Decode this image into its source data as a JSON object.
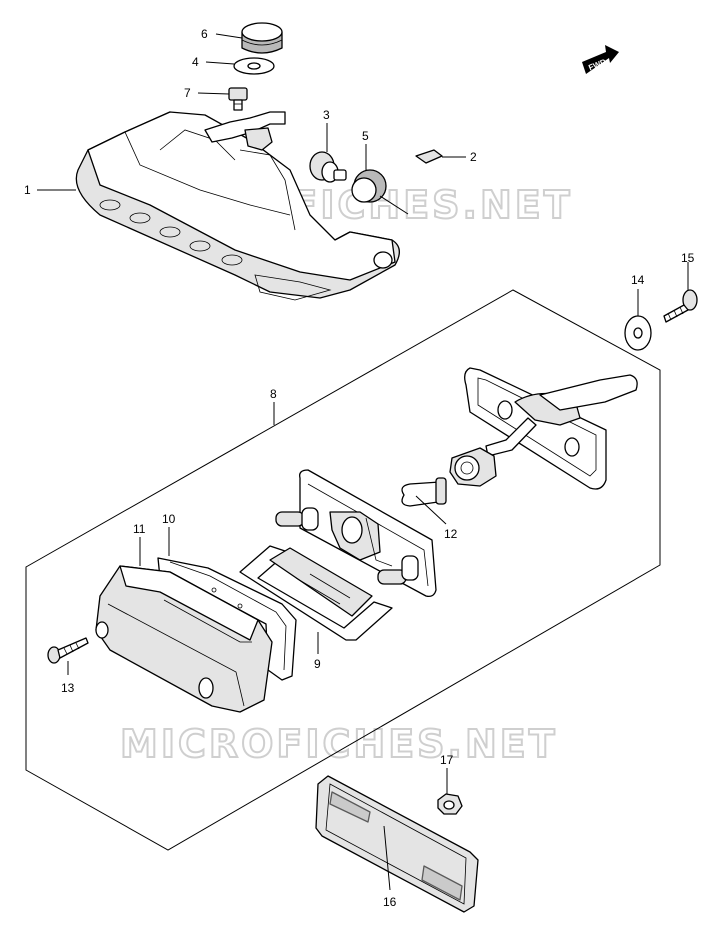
{
  "fwd_badge": "FWD",
  "watermark": "MICROFICHES.NET",
  "callouts": [
    {
      "id": "c1",
      "number": "1"
    },
    {
      "id": "c2",
      "number": "2"
    },
    {
      "id": "c3",
      "number": "3"
    },
    {
      "id": "c4",
      "number": "4"
    },
    {
      "id": "c5",
      "number": "5"
    },
    {
      "id": "c6",
      "number": "6"
    },
    {
      "id": "c7",
      "number": "7"
    },
    {
      "id": "c8",
      "number": "8"
    },
    {
      "id": "c9",
      "number": "9"
    },
    {
      "id": "c10",
      "number": "10"
    },
    {
      "id": "c11",
      "number": "11"
    },
    {
      "id": "c12",
      "number": "12"
    },
    {
      "id": "c13",
      "number": "13"
    },
    {
      "id": "c14",
      "number": "14"
    },
    {
      "id": "c15",
      "number": "15"
    },
    {
      "id": "c16",
      "number": "16"
    },
    {
      "id": "c17",
      "number": "17"
    }
  ]
}
